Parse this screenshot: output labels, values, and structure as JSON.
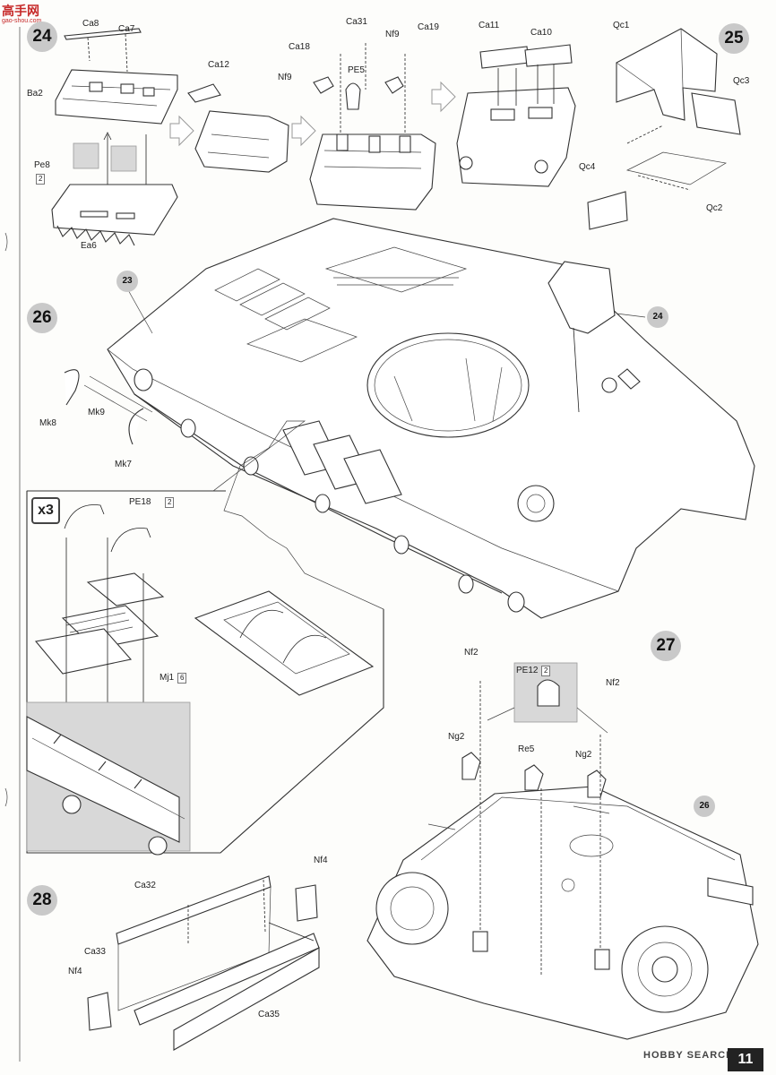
{
  "watermark": {
    "brand": "高手网",
    "url": "gao-shou.com"
  },
  "steps": {
    "s24": "24",
    "s25": "25",
    "s26": "26",
    "s27": "27",
    "s28": "28"
  },
  "callouts": {
    "c23": "23",
    "c24": "24",
    "c26": "26"
  },
  "multiplier": "x3",
  "qty": {
    "pe8": "2",
    "pe18": "2",
    "mj1": "6",
    "pe12": "2"
  },
  "labels": {
    "ca8": "Ca8",
    "ca7": "Ca7",
    "ba2": "Ba2",
    "pe8": "Pe8",
    "ea6": "Ea6",
    "ca12": "Ca12",
    "ca18": "Ca18",
    "ca31": "Ca31",
    "nf9_a": "Nf9",
    "nf9_b": "Nf9",
    "pe5": "PE5",
    "ca19": "Ca19",
    "ca11": "Ca11",
    "ca10": "Ca10",
    "qc1": "Qc1",
    "qc3": "Qc3",
    "qc4": "Qc4",
    "qc2": "Qc2",
    "mk8": "Mk8",
    "mk9": "Mk9",
    "mk7": "Mk7",
    "pe18": "PE18",
    "mj1": "Mj1",
    "nf2_a": "Nf2",
    "nf2_b": "Nf2",
    "pe12": "PE12",
    "ng2_a": "Ng2",
    "ng2_b": "Ng2",
    "re5": "Re5",
    "ca32": "Ca32",
    "nf4_a": "Nf4",
    "ca33": "Ca33",
    "nf4_b": "Nf4",
    "ca35": "Ca35"
  },
  "footer": {
    "logo": "HOBBY SEARCH",
    "page_number": "11"
  }
}
